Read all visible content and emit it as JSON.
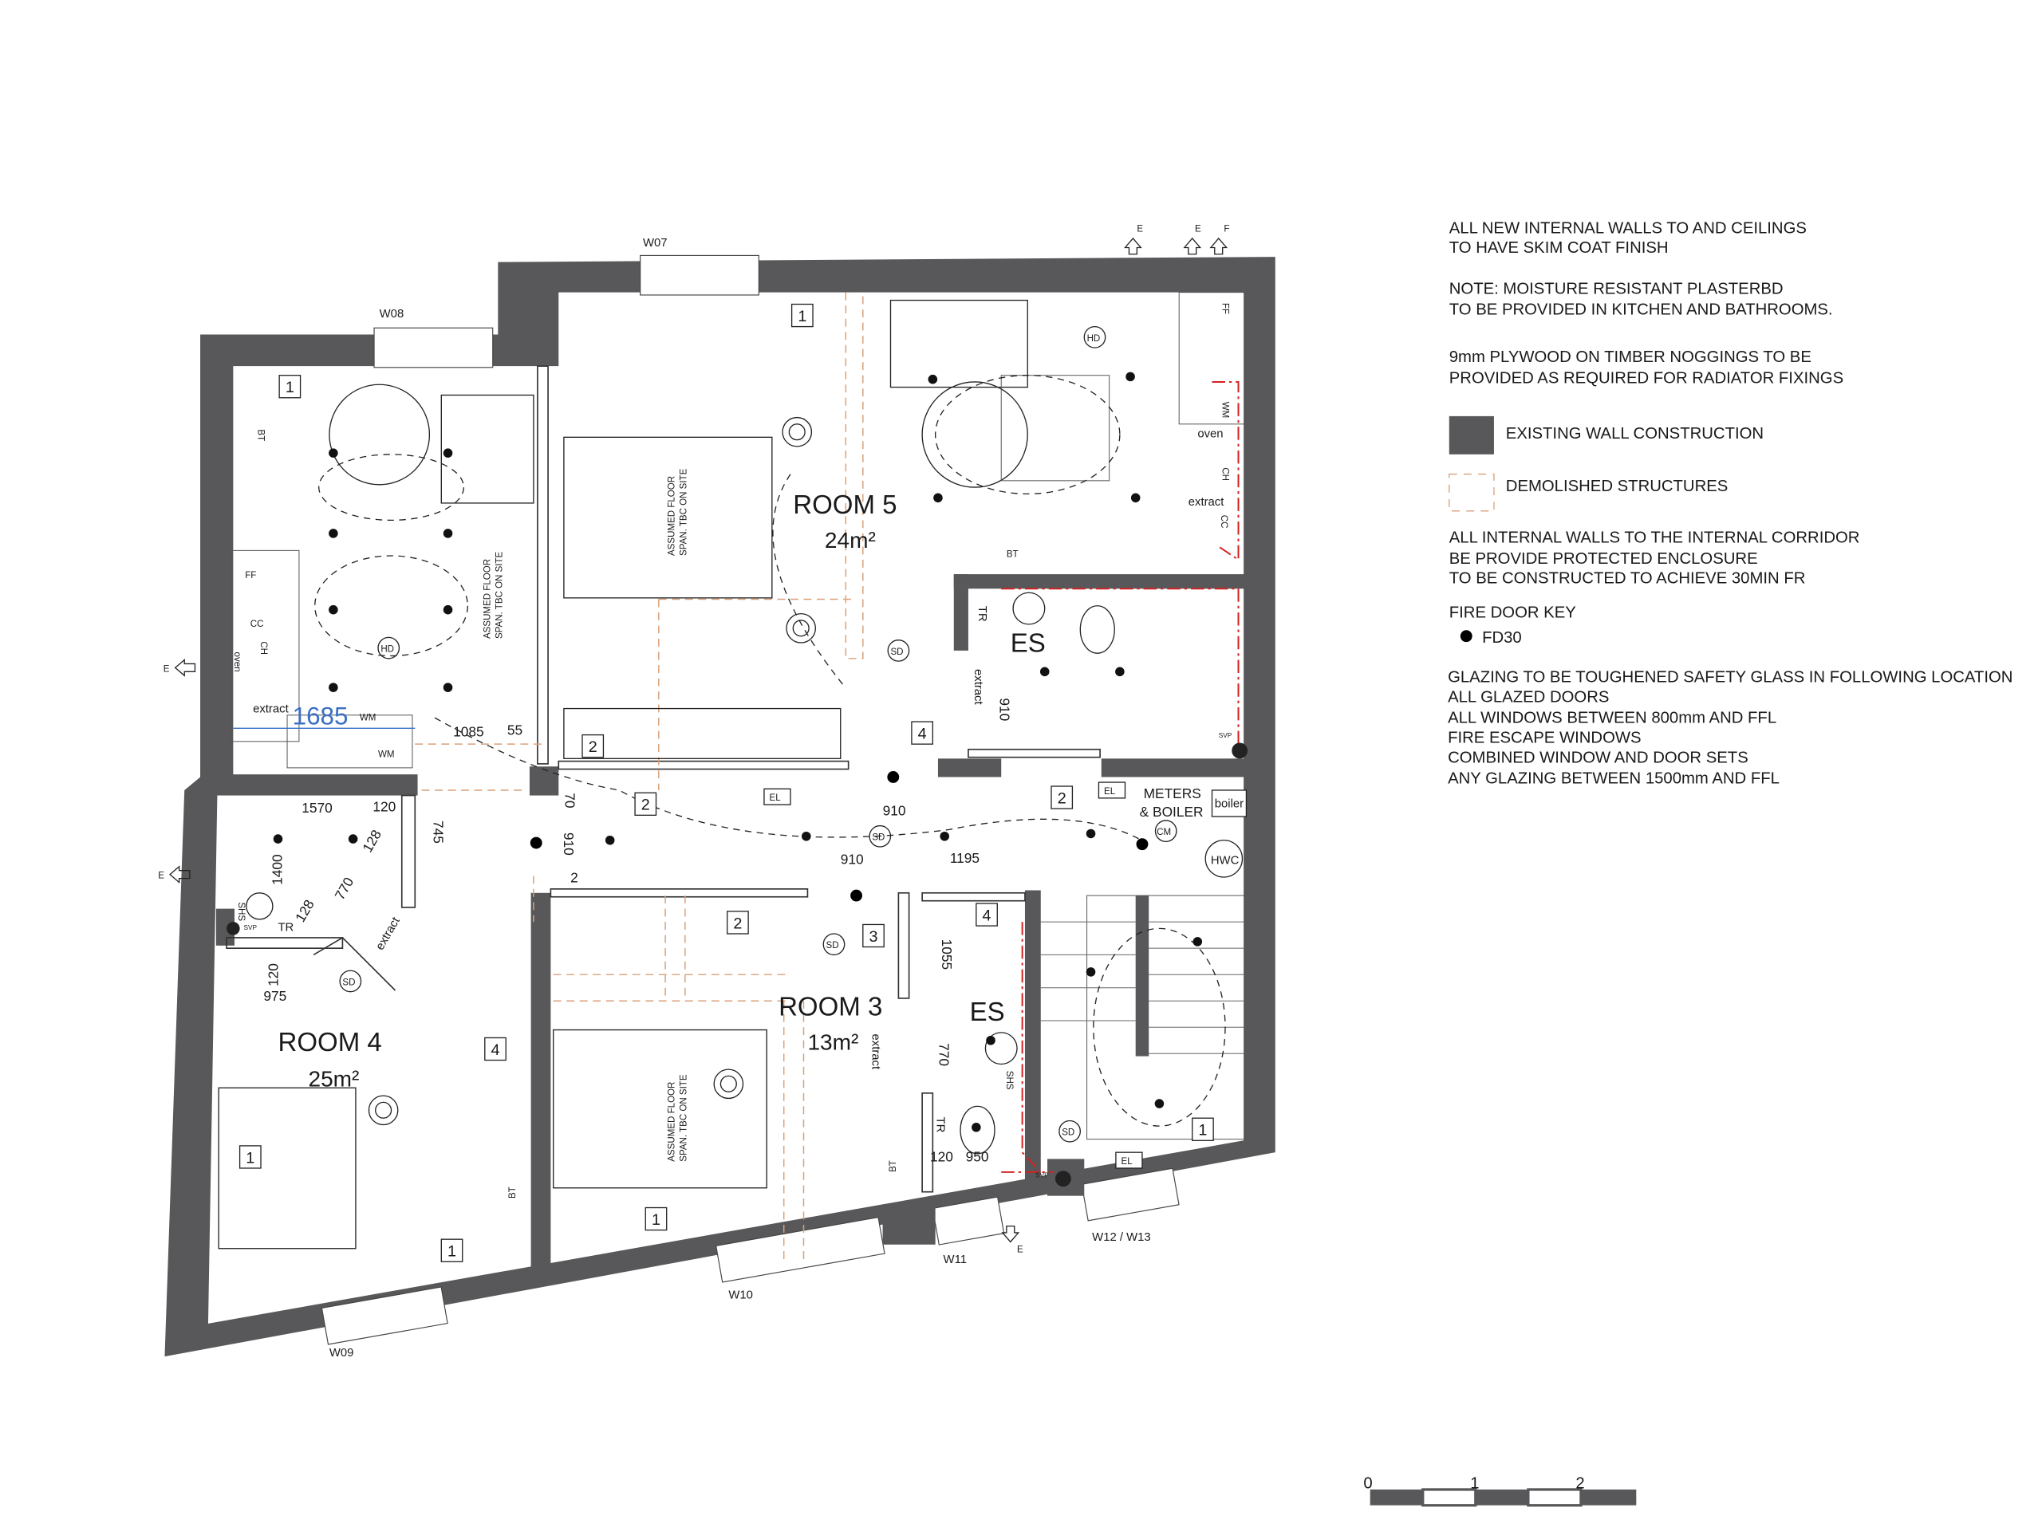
{
  "colors": {
    "existing_wall": "#58585a",
    "demolished": "#d9a07a",
    "fire_line": "#d42020",
    "dimension_highlight": "#3a6fc4"
  },
  "windows": {
    "w07": "W07",
    "w08": "W08",
    "w09": "W09",
    "w10": "W10",
    "w11": "W11",
    "w12_w13": "W12 / W13"
  },
  "rooms": {
    "room5": {
      "name": "ROOM 5",
      "area": "24m²"
    },
    "room4": {
      "name": "ROOM 4",
      "area": "25m²"
    },
    "room3": {
      "name": "ROOM 3",
      "area": "13m²"
    },
    "es_upper": "ES",
    "es_lower": "ES",
    "meters": "METERS",
    "meters2": "& BOILER",
    "boiler": "boiler",
    "hwc": "HWC",
    "cm": "CM"
  },
  "floor_note": "ASSUMED FLOOR",
  "floor_note2": "SPAN. TBC ON SITE",
  "dimensions": {
    "d1685": "1685",
    "d1085": "1085",
    "d55": "55",
    "d1570": "1570",
    "d120a": "120",
    "d745": "745",
    "d70": "70",
    "d910a": "910",
    "d2": "2",
    "d1400": "1400",
    "d128a": "128",
    "d770a": "770",
    "d128b": "128",
    "d120b": "120",
    "d975": "975",
    "d910b": "910",
    "d910c": "910",
    "d1195": "1195",
    "d1055": "1055",
    "d770b": "770",
    "d120c": "120",
    "d950": "950",
    "d910d": "910"
  },
  "tags": [
    "1",
    "1",
    "2",
    "2",
    "2",
    "4",
    "2",
    "3",
    "4",
    "4",
    "1",
    "1",
    "1",
    "1"
  ],
  "symbols": {
    "el": "EL",
    "sd": "SD",
    "hd": "HD",
    "svp": "SVP",
    "bt": "BT",
    "tr": "TR",
    "wm": "WM",
    "ff": "FF",
    "cc": "CC",
    "ch": "CH",
    "oven": "oven",
    "extract": "extract",
    "shs": "SHS",
    "e": "E",
    "f": "F"
  },
  "notes": [
    "ALL NEW INTERNAL WALLS TO AND CEILINGS",
    "TO HAVE SKIM COAT FINISH",
    "NOTE: MOISTURE RESISTANT PLASTERBD",
    "TO BE PROVIDED IN KITCHEN AND BATHROOMS.",
    "9mm PLYWOOD ON TIMBER NOGGINGS TO BE",
    "PROVIDED AS REQUIRED FOR RADIATOR FIXINGS",
    "ALL INTERNAL WALLS TO THE INTERNAL CORRIDOR",
    "BE PROVIDE PROTECTED ENCLOSURE",
    "TO BE CONSTRUCTED TO ACHIEVE 30MIN FR",
    "FIRE DOOR KEY",
    "GLAZING TO BE TOUGHENED SAFETY GLASS IN FOLLOWING LOCATION",
    "ALL GLAZED DOORS",
    "ALL WINDOWS BETWEEN 800mm AND FFL",
    "FIRE ESCAPE WINDOWS",
    "COMBINED WINDOW AND DOOR SETS",
    "ANY GLAZING BETWEEN 1500mm AND FFL"
  ],
  "legend": {
    "existing": "EXISTING WALL CONSTRUCTION",
    "demolished": "DEMOLISHED STRUCTURES",
    "fd30": "FD30"
  },
  "scale_bar": {
    "labels": [
      "0",
      "1",
      "2"
    ]
  }
}
